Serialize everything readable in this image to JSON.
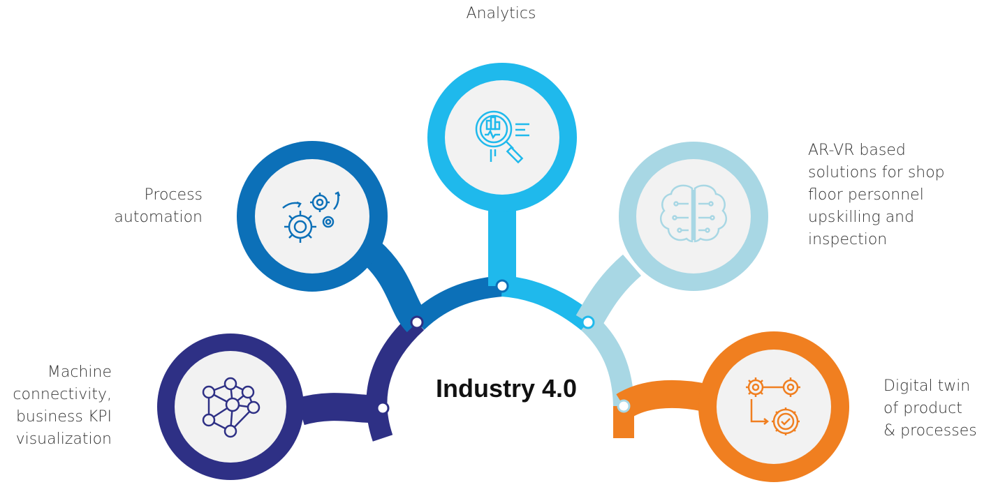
{
  "center": {
    "title": "Industry 4.0"
  },
  "nodes": [
    {
      "id": "machine",
      "label_lines": [
        "Machine",
        "connectivity,",
        "business KPI",
        "visualization"
      ],
      "color": "#2e3085",
      "icon": "network-icon"
    },
    {
      "id": "process",
      "label_lines": [
        "Process",
        "automation"
      ],
      "color": "#0c70b8",
      "icon": "gears-icon"
    },
    {
      "id": "analytics",
      "label_lines": [
        "Analytics"
      ],
      "color": "#1fb9ec",
      "icon": "analytics-magnifier-icon"
    },
    {
      "id": "arvr",
      "label_lines": [
        "AR-VR based",
        "solutions for shop",
        "floor personnel",
        "upskilling and",
        "inspection"
      ],
      "color": "#a8d7e4",
      "icon": "brain-circuit-icon"
    },
    {
      "id": "digital",
      "label_lines": [
        "Digital twin",
        "of product",
        "& processes"
      ],
      "color": "#f07f20",
      "icon": "gear-check-flow-icon"
    }
  ],
  "colors": {
    "inner_circle": "#f2f2f2",
    "text": "#333333",
    "title": "#111111"
  }
}
